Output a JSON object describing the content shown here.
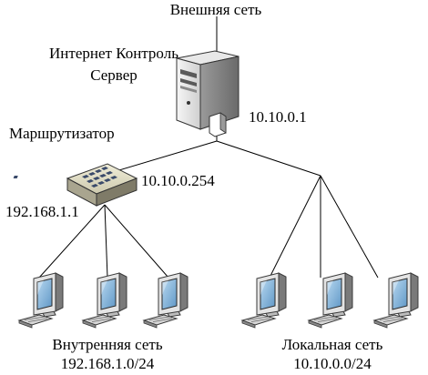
{
  "labels": {
    "external_network": "Внешняя сеть",
    "server_line1": "Интернет Контроль",
    "server_line2": "Сервер",
    "server_ip": "10.10.0.1",
    "router": "Маршрутизатор",
    "router_wan_ip": "10.10.0.254",
    "router_lan_ip": "192.168.1.1",
    "internal_net_name": "Внутренняя сеть",
    "internal_net_subnet": "192.168.1.0/24",
    "local_net_name": "Локальная сеть",
    "local_net_subnet": "10.10.0.0/24"
  },
  "icons": {
    "server": "server-tower-icon",
    "router": "router-switch-icon",
    "workstation": "computer-monitor-icon"
  },
  "colors": {
    "line": "#000000",
    "monitor_screen": "#7fb0d8",
    "monitor_frame": "#d9d9d9",
    "device_dark": "#4a4a4a"
  }
}
